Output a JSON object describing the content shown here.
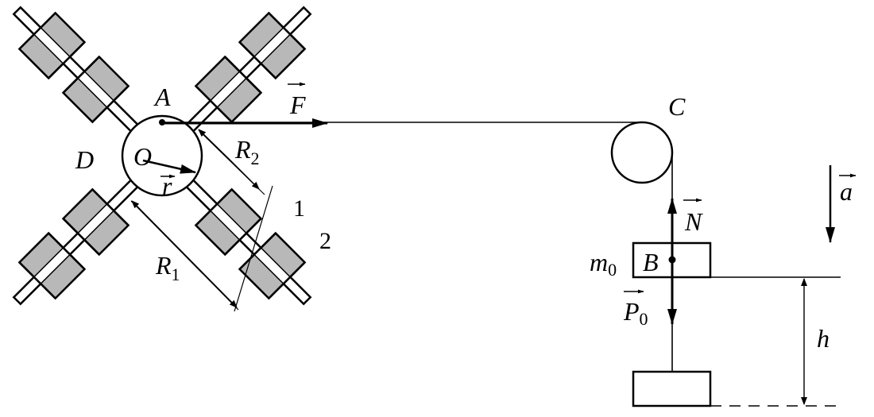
{
  "labels": {
    "A": "A",
    "O": "O",
    "D": "D",
    "C": "C",
    "B": "B",
    "h": "h",
    "F": "F",
    "N": "N",
    "a": "a",
    "r": "r",
    "R1": "R",
    "R1_sub": "1",
    "R2": "R",
    "R2_sub": "2",
    "m0": "m",
    "m0_sub": "0",
    "P0": "P",
    "P0_sub": "0",
    "weight1": "1",
    "weight2": "2"
  },
  "colors": {
    "stroke": "#000000",
    "weight_fill": "#b8b8b8",
    "background": "#ffffff"
  }
}
